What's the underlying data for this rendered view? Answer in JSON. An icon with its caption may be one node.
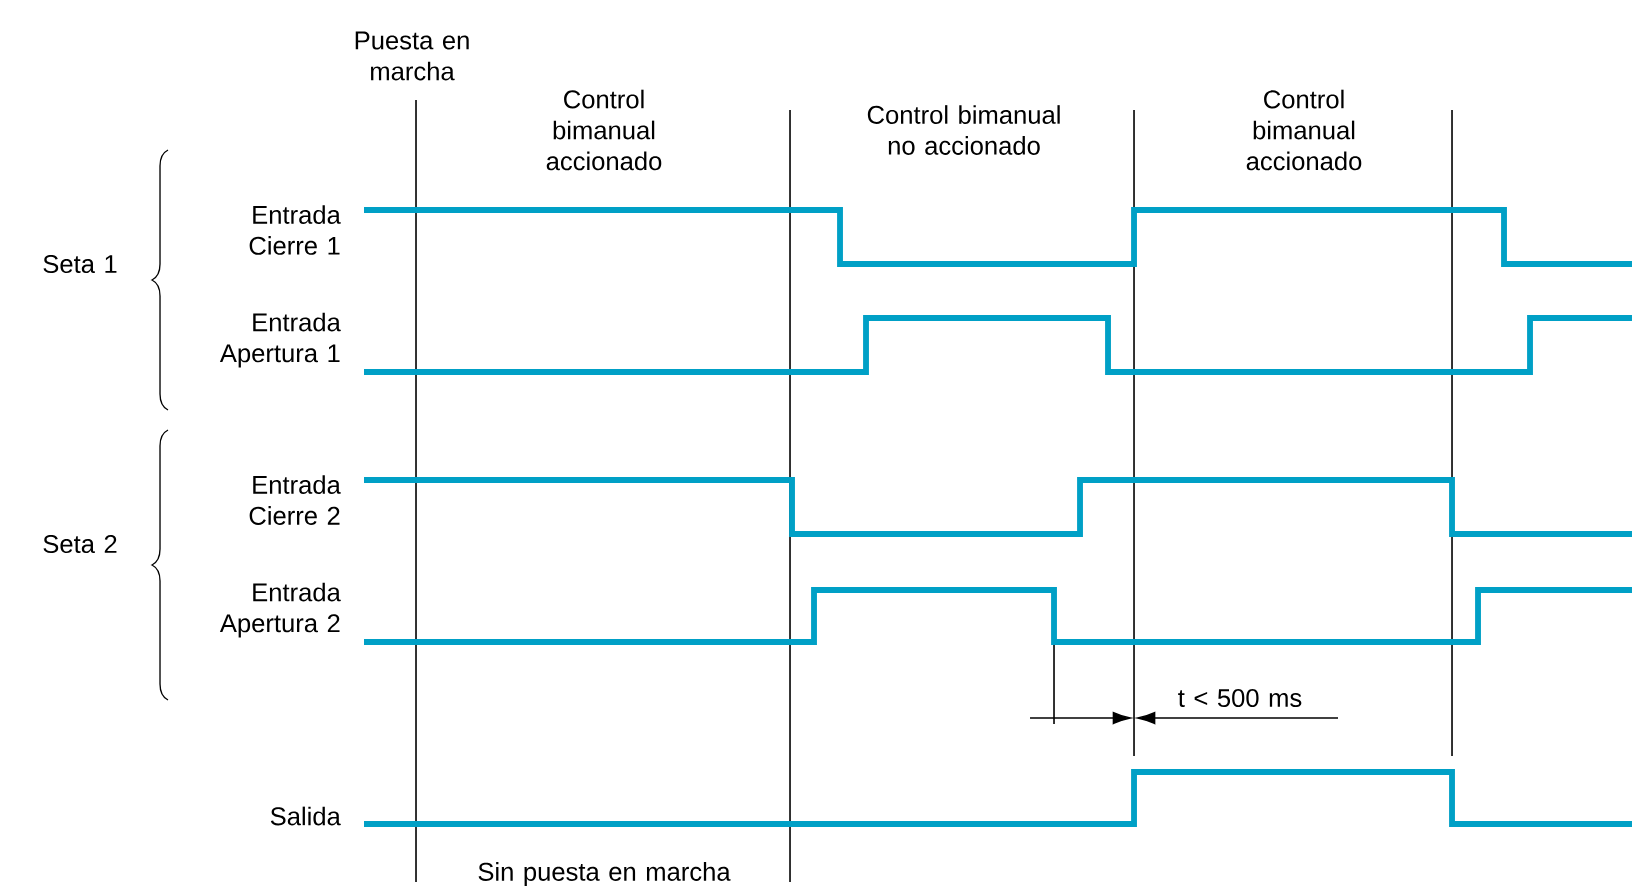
{
  "diagram": {
    "labels": [
      "Puesta en marcha",
      "Control bimanual accionado",
      "Control bimanual no accionado",
      "Control bimanual accionado",
      "Entrada Cierre 1",
      "Seta 1",
      "Entrada Apertura 1",
      "Entrada Cierre 2",
      "Seta 2",
      "Entrada Apertura 2",
      "t < 500 ms",
      "Salida",
      "Sin puesta en marcha"
    ]
  }
}
